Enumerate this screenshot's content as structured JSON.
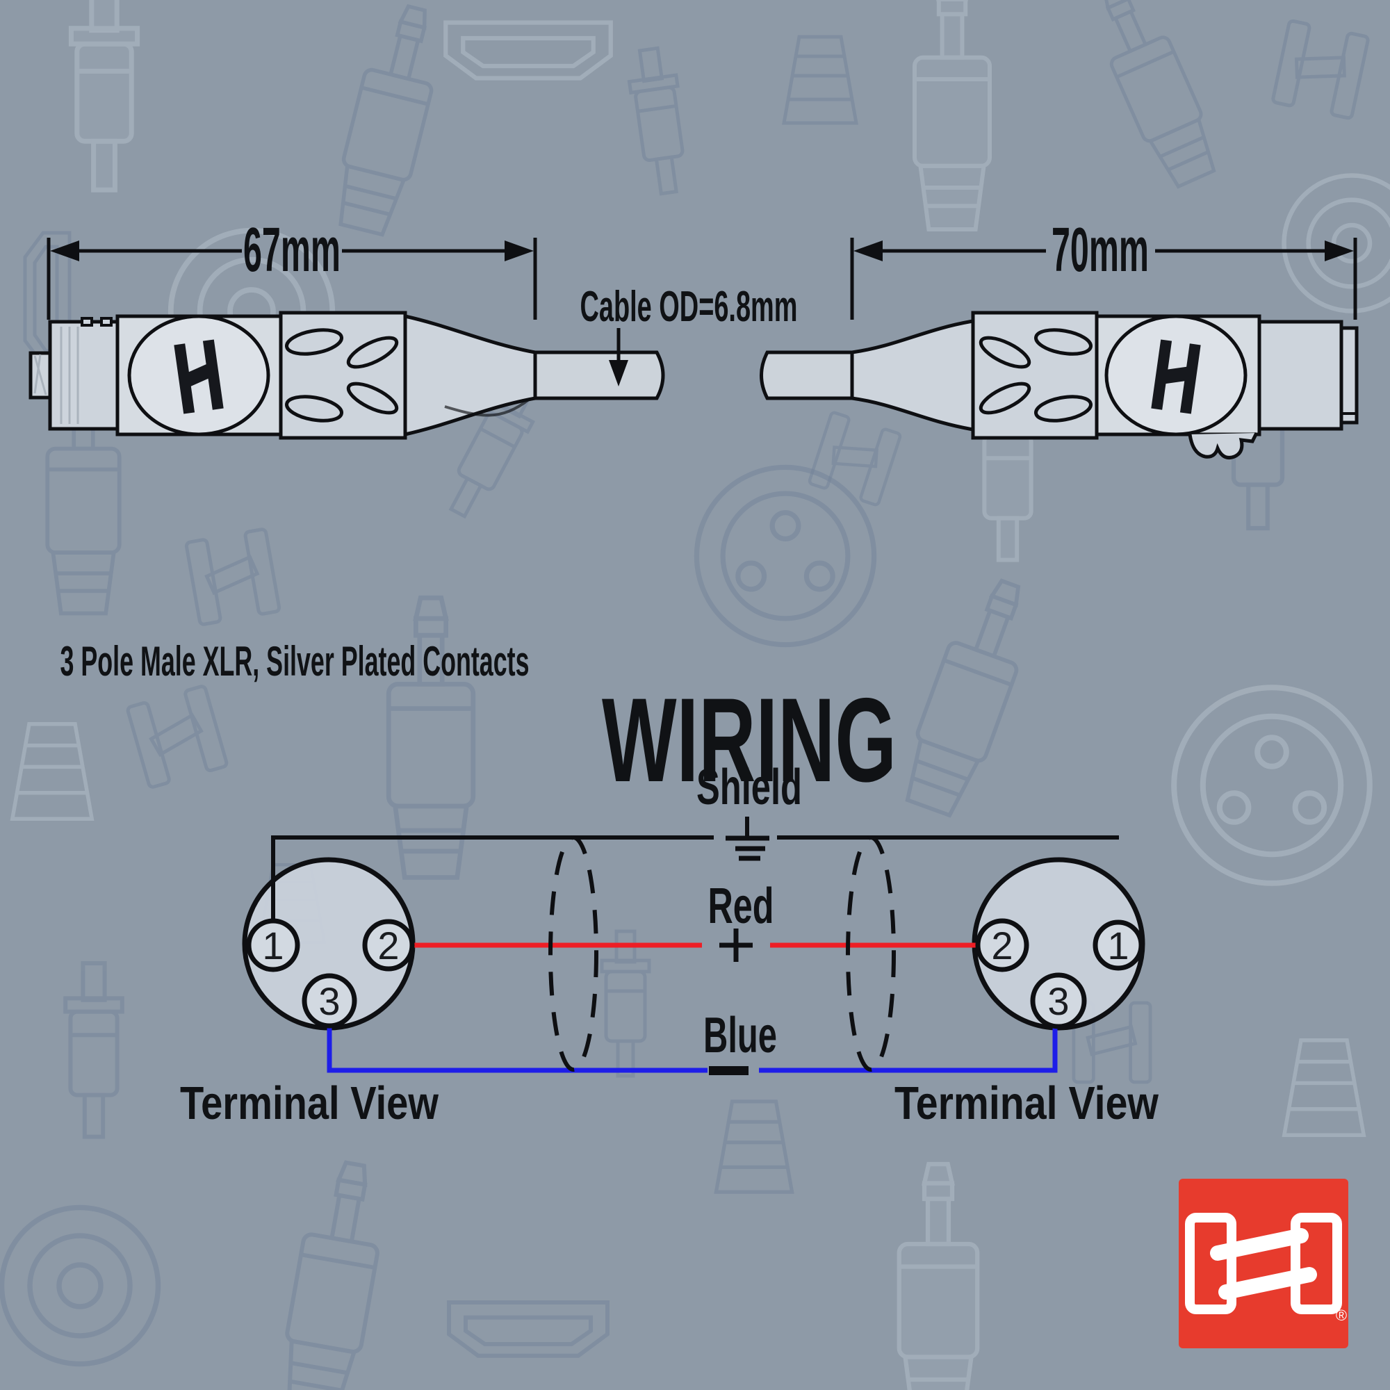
{
  "product": {
    "caption": "3 Pole Male XLR, Silver Plated Contacts"
  },
  "colors": {
    "background": "#8e9aa7",
    "line": "#0e0f12",
    "red_wire": "#ee1e25",
    "blue_wire": "#1e1ee8",
    "connector_fill": "#cdd4dc",
    "logo_red": "#e73b2d",
    "watermark_dark": "#74849a",
    "watermark_light": "#aeb9c4"
  },
  "dimensions": {
    "left_connector_length": "67mm",
    "right_connector_length": "70mm",
    "cable_od": "Cable OD=6.8mm"
  },
  "wiring": {
    "title": "WIRING",
    "shield": {
      "label": "Shield",
      "symbol": "ground",
      "pin": "1"
    },
    "hot": {
      "label": "Red",
      "symbol": "+",
      "pin": "2"
    },
    "cold": {
      "label": "Blue",
      "symbol": "−",
      "pin": "3"
    },
    "connections": [
      {
        "conductor": "Shield",
        "left_pin": "1",
        "right_pin": "1"
      },
      {
        "conductor": "Red",
        "left_pin": "2",
        "right_pin": "2"
      },
      {
        "conductor": "Blue",
        "left_pin": "3",
        "right_pin": "3"
      }
    ],
    "left_terminal": {
      "caption": "Terminal View",
      "pins": [
        "1",
        "2",
        "3"
      ]
    },
    "right_terminal": {
      "caption": "Terminal View",
      "pins": [
        "2",
        "1",
        "3"
      ]
    }
  },
  "logo": {
    "name": "hosa-logo",
    "registered": "®"
  }
}
